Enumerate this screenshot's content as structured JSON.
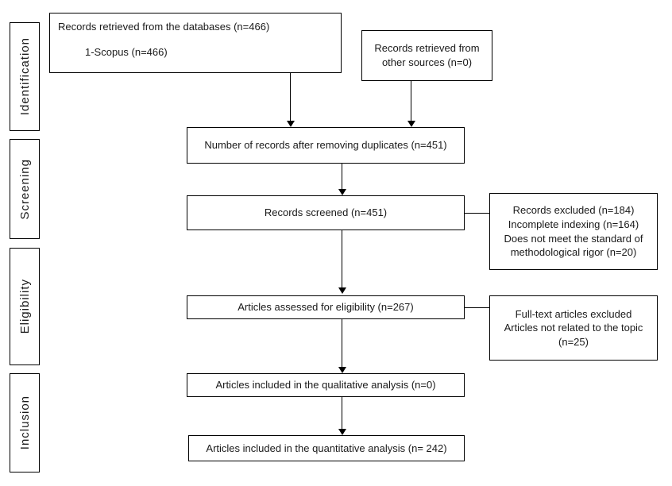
{
  "stages": [
    {
      "label": "Identification"
    },
    {
      "label": "Screening"
    },
    {
      "label": "Eligibility"
    },
    {
      "label": "Inclusion"
    }
  ],
  "boxes": {
    "databases": {
      "line1": "Records retrieved from the databases (n=466)",
      "line2": "1-Scopus (n=466)"
    },
    "other_sources": {
      "text": "Records retrieved from other sources (n=0)"
    },
    "duplicates": {
      "text": "Number of records after removing duplicates (n=451)"
    },
    "screened": {
      "text": "Records screened (n=451)"
    },
    "records_excluded": {
      "line1": "Records excluded (n=184)",
      "line2": "Incomplete indexing (n=164)",
      "line3": "Does not meet the standard of methodological rigor (n=20)"
    },
    "assessed": {
      "text": "Articles assessed for eligibility (n=267)"
    },
    "fulltext_excluded": {
      "line1": "Full-text articles excluded",
      "line2": "Articles not related to the topic (n=25)"
    },
    "qualitative": {
      "text": "Articles included in the qualitative analysis (n=0)"
    },
    "quantitative": {
      "text": "Articles included in the quantitative analysis (n= 242)"
    }
  }
}
